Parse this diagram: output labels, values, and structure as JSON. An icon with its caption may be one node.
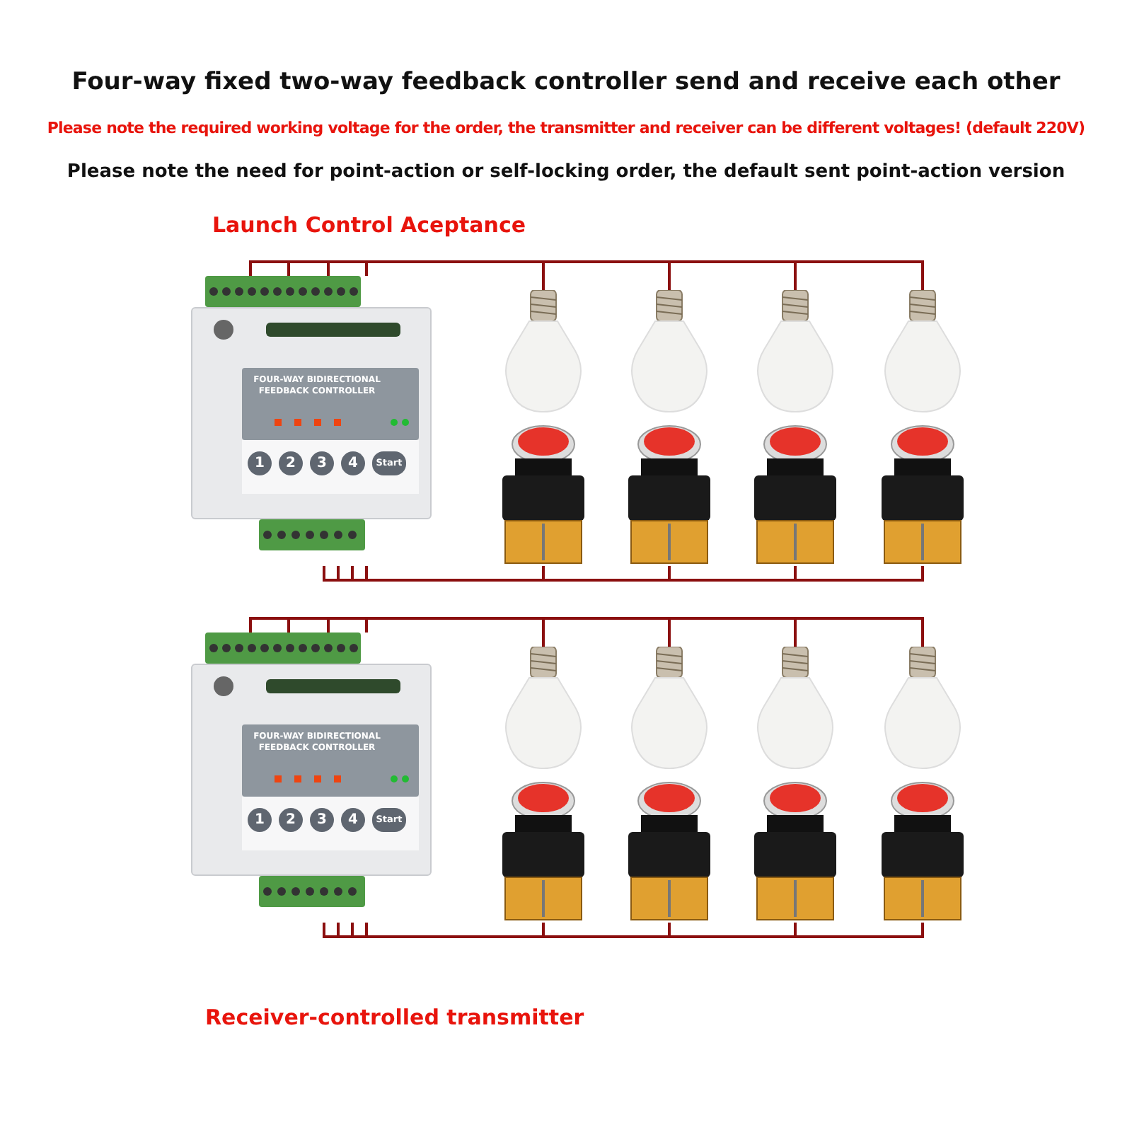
{
  "diagram": {
    "title": "Four-way fixed two-way feedback controller send and receive each other",
    "nodes": [
      {
        "text": [
          "FOUR-WAY BIDIRECTIONAL FEEDBACK CONTROLLER"
        ]
      },
      {
        "text": [
          "1"
        ],
        "in": 0
      },
      {
        "text": [
          "2"
        ],
        "in": 0
      },
      {
        "text": [
          "3"
        ],
        "in": 0
      },
      {
        "text": [
          "4"
        ],
        "in": 0
      },
      {
        "text": [
          "Start"
        ],
        "in": 0
      },
      {
        "text": [],
        "shape": "lamp"
      },
      {
        "text": [],
        "shape": "lamp"
      },
      {
        "text": [],
        "shape": "lamp"
      },
      {
        "text": [],
        "shape": "lamp"
      },
      {
        "text": [],
        "shape": "button"
      },
      {
        "text": [],
        "shape": "button"
      },
      {
        "text": [],
        "shape": "button"
      },
      {
        "text": [],
        "shape": "button"
      },
      {
        "text": [
          "FOUR-WAY BIDIRECTIONAL FEEDBACK CONTROLLER"
        ]
      },
      {
        "text": [
          "1"
        ],
        "in": 14
      },
      {
        "text": [
          "2"
        ],
        "in": 14
      },
      {
        "text": [
          "3"
        ],
        "in": 14
      },
      {
        "text": [
          "4"
        ],
        "in": 14
      },
      {
        "text": [
          "Start"
        ],
        "in": 14
      },
      {
        "text": [],
        "shape": "lamp"
      },
      {
        "text": [],
        "shape": "lamp"
      },
      {
        "text": [],
        "shape": "lamp"
      },
      {
        "text": [],
        "shape": "lamp"
      },
      {
        "text": [],
        "shape": "button"
      },
      {
        "text": [],
        "shape": "button"
      },
      {
        "text": [],
        "shape": "button"
      },
      {
        "text": [],
        "shape": "button"
      }
    ],
    "edges": [
      {
        "from": 0,
        "to": 6,
        "arrow": "none"
      },
      {
        "from": 0,
        "to": 7,
        "arrow": "none"
      },
      {
        "from": 0,
        "to": 8,
        "arrow": "none"
      },
      {
        "from": 0,
        "to": 9,
        "arrow": "none"
      },
      {
        "from": 10,
        "to": 0,
        "arrow": "none"
      },
      {
        "from": 11,
        "to": 0,
        "arrow": "none"
      },
      {
        "from": 12,
        "to": 0,
        "arrow": "none"
      },
      {
        "from": 13,
        "to": 0,
        "arrow": "none"
      },
      {
        "from": 14,
        "to": 20,
        "arrow": "none"
      },
      {
        "from": 14,
        "to": 21,
        "arrow": "none"
      },
      {
        "from": 14,
        "to": 22,
        "arrow": "none"
      },
      {
        "from": 14,
        "to": 23,
        "arrow": "none"
      },
      {
        "from": 24,
        "to": 14,
        "arrow": "none"
      },
      {
        "from": 25,
        "to": 14,
        "arrow": "none"
      },
      {
        "from": 26,
        "to": 14,
        "arrow": "none"
      },
      {
        "from": 27,
        "to": 14,
        "arrow": "none"
      }
    ],
    "labels": [
      "Please note the required working voltage for the order, the transmitter and receiver can be different voltages! (default 220V)",
      "Please note the need for point-action or self-locking order, the default sent point-action version",
      "Launch Control Aceptance",
      "Receiver-controlled transmitter"
    ]
  }
}
